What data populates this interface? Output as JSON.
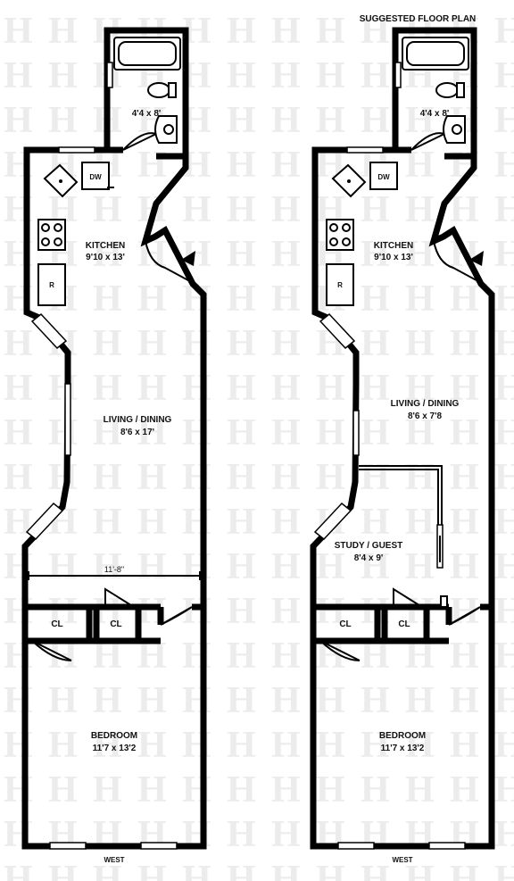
{
  "watermark": {
    "glyph": "H",
    "color": "#ececec"
  },
  "title": "SUGGESTED FLOOR PLAN",
  "plans": [
    {
      "id": "current",
      "rooms": {
        "bath": {
          "dims": "4'4 x 8'"
        },
        "kitchen": {
          "name": "KITCHEN",
          "dims": "9'10 x 13'"
        },
        "living": {
          "name": "LIVING / DINING",
          "dims": "8'6 x 17'"
        },
        "bedroom": {
          "name": "BEDROOM",
          "dims": "11'7 x 13'2"
        }
      },
      "dimension_line": "11'-8\"",
      "closets": [
        "CL",
        "CL"
      ],
      "appliances": {
        "dishwasher": "DW",
        "refrigerator": "R"
      },
      "orientation": "WEST"
    },
    {
      "id": "suggested",
      "rooms": {
        "bath": {
          "dims": "4'4 x 8'"
        },
        "kitchen": {
          "name": "KITCHEN",
          "dims": "9'10 x 13'"
        },
        "living": {
          "name": "LIVING / DINING",
          "dims": "8'6 x 7'8"
        },
        "study": {
          "name": "STUDY / GUEST",
          "dims": "8'4 x 9'"
        },
        "bedroom": {
          "name": "BEDROOM",
          "dims": "11'7 x 13'2"
        }
      },
      "closets": [
        "CL",
        "CL"
      ],
      "appliances": {
        "dishwasher": "DW",
        "refrigerator": "R"
      },
      "orientation": "WEST"
    }
  ]
}
